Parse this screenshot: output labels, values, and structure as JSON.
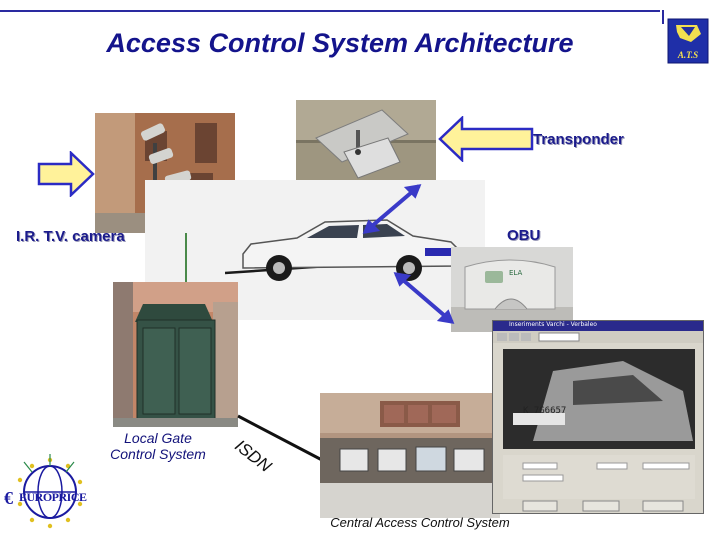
{
  "title": "Access Control System Architecture",
  "labels": {
    "transponder": "Transponder",
    "camera": "I.R. T.V. camera",
    "obu": "OBU",
    "local_gate_line1": "Local Gate",
    "local_gate_line2": "Control System",
    "isdn": "ISDN",
    "central": "Central Access Control System"
  },
  "logos": {
    "ats": "A.T.S",
    "europrice": "EUROPRICE"
  },
  "screen_ui": {
    "window_title": "Inseriments Varchi - Verbaleo",
    "plate_text": "K 7G6657"
  },
  "colors": {
    "title": "#14148c",
    "label": "#1b1b8c",
    "arrow_fill": "#fff29a",
    "arrow_stroke": "#2b2bc4",
    "link_arrow": "#3a3ac8"
  }
}
